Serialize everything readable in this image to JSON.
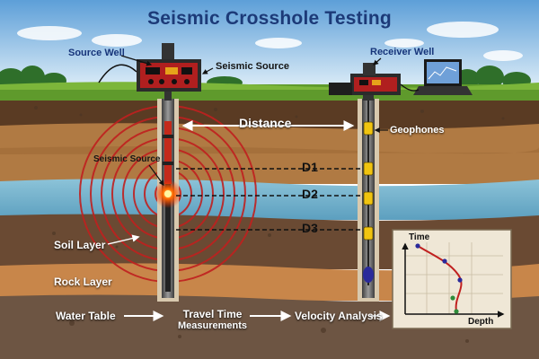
{
  "title": "Seismic Crosshole Testing",
  "labels": {
    "source_well": "Source Well",
    "seismic_source_top": "Seismic Source",
    "receiver_well": "Receiver Well",
    "distance": "Distance",
    "geophones": "Geophones",
    "seismic_source_bore": "Seismic Source",
    "d1": "D1",
    "d2": "D2",
    "d3": "D3",
    "soil_layer": "Soil Layer",
    "rock_layer": "Rock Layer",
    "water_table": "Water Table",
    "travel_time_line1": "Travel Time",
    "travel_time_line2": "Measurements",
    "velocity_analysis": "Velocity Analysis"
  },
  "inset_plot": {
    "y_axis_label": "Time",
    "x_axis_label": "Depth"
  },
  "colors": {
    "title": "#1c3a78",
    "sky_top": "#5d9fd8",
    "sky_bottom": "#dfeef8",
    "grass": "#5f9a2c",
    "water_layer": "#6fb0cc",
    "wave": "#c0201f",
    "curve": "#c0201f",
    "geophone": "#f1c40f"
  },
  "icons": [
    "seismic-source-device-icon",
    "receiver-device-icon",
    "laptop-icon",
    "geophone-icon",
    "tree-icon"
  ]
}
